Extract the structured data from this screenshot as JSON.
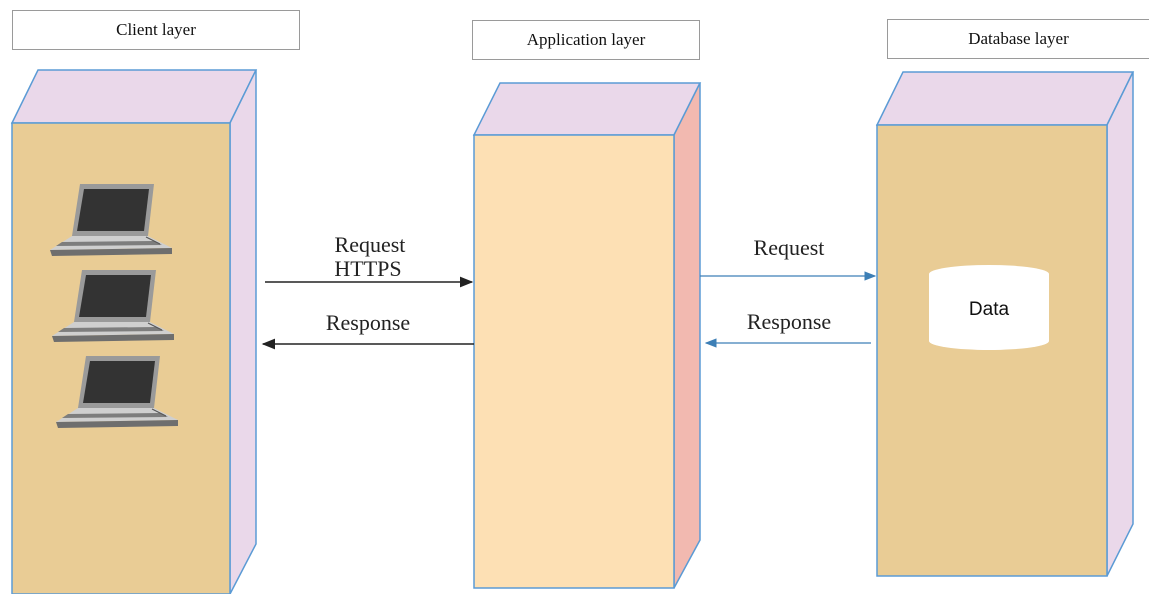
{
  "layers": {
    "client": {
      "label": "Client layer"
    },
    "application": {
      "label": "Application layer"
    },
    "database": {
      "label": "Database layer",
      "store_label": "Data"
    }
  },
  "flows": {
    "client_to_app": {
      "line1": "Request",
      "line2": "HTTPS"
    },
    "app_to_client": {
      "label": "Response"
    },
    "app_to_db": {
      "label": "Request"
    },
    "db_to_app": {
      "label": "Response"
    }
  },
  "colors": {
    "box_front": "#e9cc95",
    "app_front": "#fde0b4",
    "box_top": "#ead8ea",
    "box_side": "#ead8ea",
    "app_side": "#f2b9b0",
    "box_border": "#5b9bd5",
    "arrow_dark": "#222222",
    "arrow_blue": "#3d7fb6"
  },
  "icons": [
    "laptop-icon",
    "laptop-icon",
    "laptop-icon",
    "database-cylinder-icon"
  ]
}
